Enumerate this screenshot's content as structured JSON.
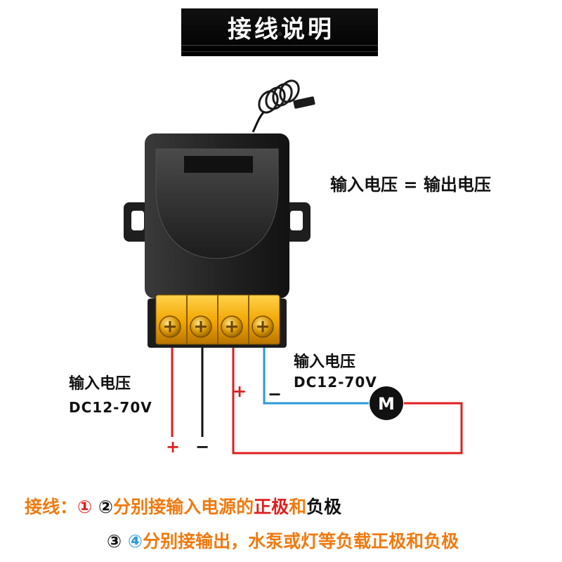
{
  "header": {
    "title": "接线说明",
    "subtitle": "How to view"
  },
  "notes": {
    "equation": "输入电压 = 输出电压",
    "input_left_title": "输入电压",
    "input_left_range": "DC12-70V",
    "input_right_title": "输入电压",
    "input_right_range": "DC12-70V"
  },
  "terminals": {
    "plus_left": "+",
    "minus_left": "−",
    "plus_right": "+",
    "minus_right": "−"
  },
  "motor": {
    "label": "M"
  },
  "instructions": {
    "line1": {
      "prefix": "接线：",
      "num1": "①",
      "num2": "②",
      "text_a": "分别接输入电源的",
      "positive": "正极",
      "and": "和",
      "negative": "负极"
    },
    "line2": {
      "num3": "③",
      "num4": "④",
      "text": "分别接输出，水泵或灯等负载正极和负极"
    }
  },
  "colors": {
    "positive_wire": "#e01e1e",
    "negative_wire": "#111111",
    "output_negative_wire": "#2a9ad8",
    "terminal_block": "#f2a500",
    "housing": "#222222",
    "instruction_orange": "#f07a10"
  }
}
